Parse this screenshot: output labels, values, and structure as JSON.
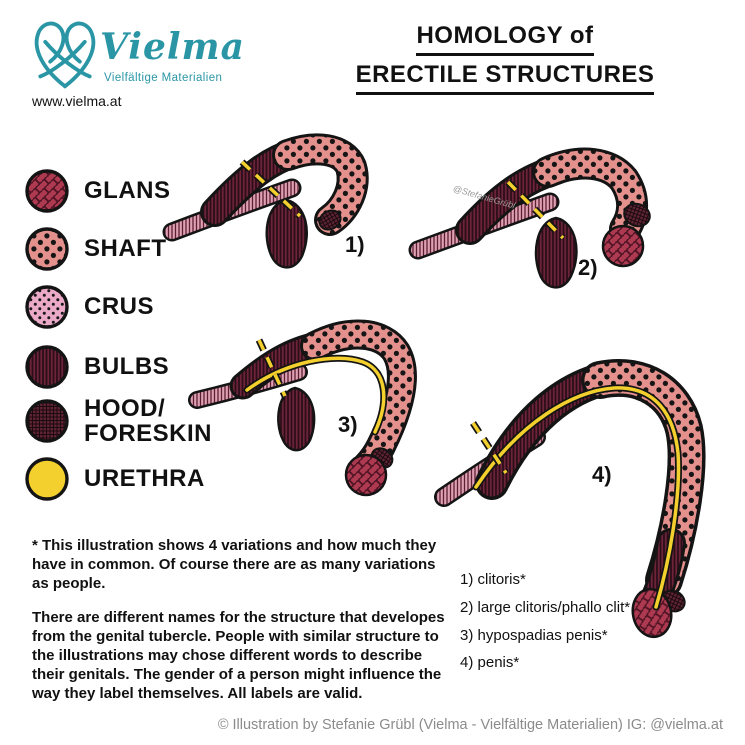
{
  "brand": {
    "name": "Vielma",
    "tagline": "Vielfältige Materialien",
    "website": "www.vielma.at"
  },
  "title": {
    "line1": "HOMOLOGY of",
    "line2": "ERECTILE STRUCTURES"
  },
  "legend": {
    "items": [
      {
        "label": "GLANS",
        "pattern": "crosshatch-swirl",
        "color": "#ad3a50"
      },
      {
        "label": "SHAFT",
        "pattern": "large-dots",
        "color": "#e4908d"
      },
      {
        "label": "CRUS",
        "pattern": "small-dots",
        "color": "#eaa9c6"
      },
      {
        "label": "BULBS",
        "pattern": "vertical-stripes",
        "color": "#6e2438"
      },
      {
        "label": "HOOD/\nFORESKIN",
        "pattern": "grid",
        "color": "#5f2433"
      },
      {
        "label": "URETHRA",
        "pattern": "solid",
        "color": "#f3d02d"
      }
    ]
  },
  "figures": [
    {
      "number": "1)"
    },
    {
      "number": "2)"
    },
    {
      "number": "3)"
    },
    {
      "number": "4)"
    }
  ],
  "notes": {
    "para1": "* This illustration shows 4 variations and how much they have in common. Of course there are as many variations as people.",
    "para2": "There are different names for the structure that developes from the genital tubercle. People with similar structure to the illustrations may chose different words to describe their genitals. The gender of a person might influence the way they label themselves. All labels are valid."
  },
  "variant_list": {
    "items": [
      "1) clitoris*",
      "2) large clitoris/phallo clit*",
      "3) hypospadias penis*",
      "4) penis*"
    ]
  },
  "watermark": "@StefanieGrübl",
  "footer": {
    "credit": "© Illustration by Stefanie Grübl (Vielma - Vielfältige Materialien) IG: @vielma.at"
  },
  "colors": {
    "teal": "#2a96a5",
    "glans": "#ad3a50",
    "shaft": "#e4908d",
    "crus": "#eaa9c6",
    "bulbs": "#6e2438",
    "hood": "#5f2433",
    "urethra": "#f3d02d",
    "outline": "#141414"
  }
}
